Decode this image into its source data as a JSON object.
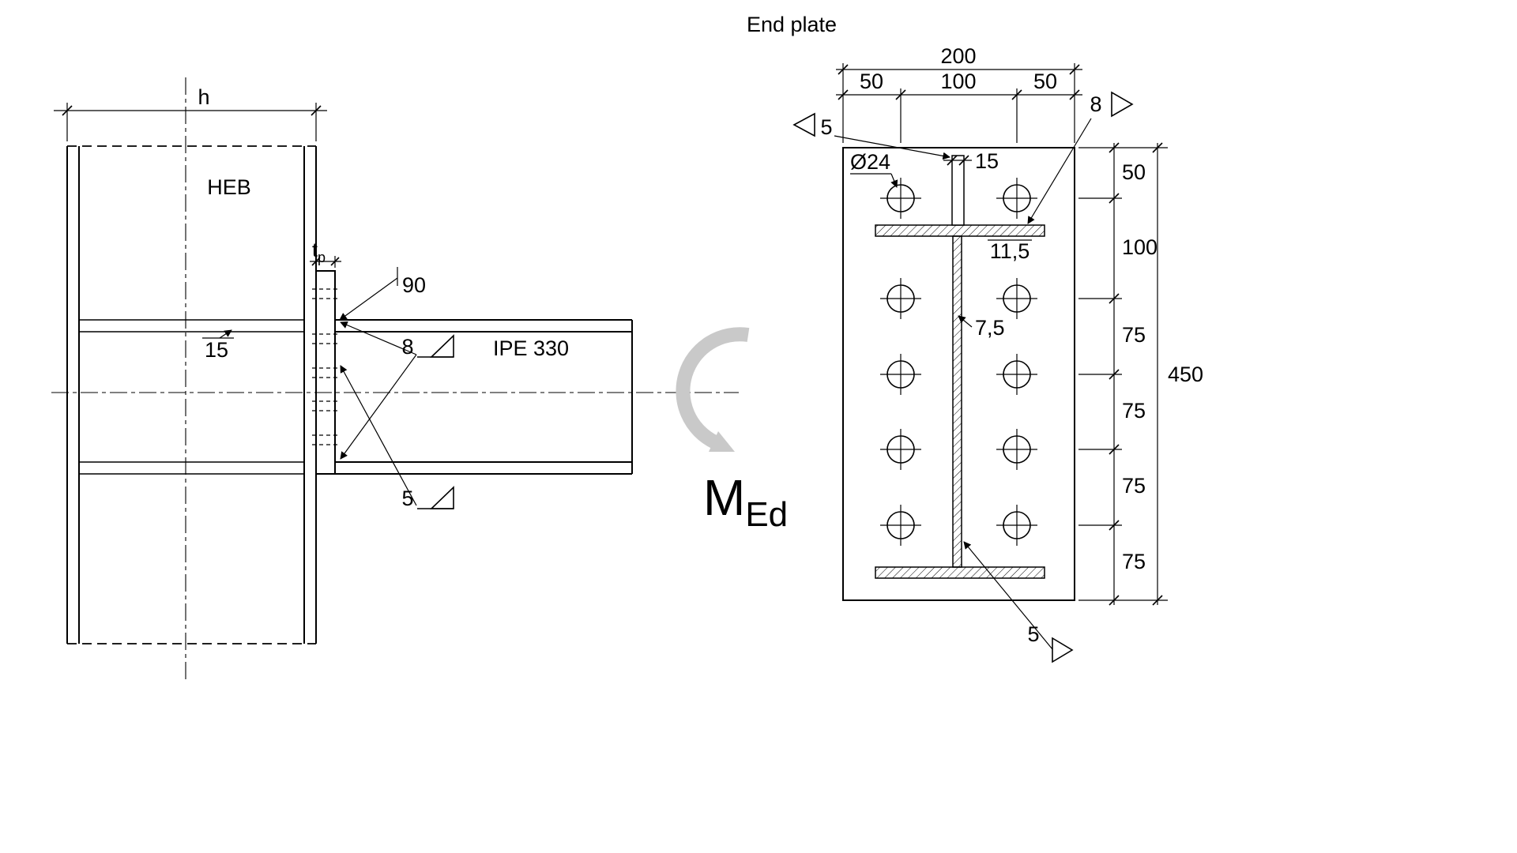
{
  "colors": {
    "moment_arrow": "#c9c9c9"
  },
  "side_view": {
    "column_label": "HEB",
    "beam_label": "IPE 330",
    "column_width_dim": "h",
    "stiffener_thickness": "15",
    "plate_projection": "90",
    "plate_thickness_symbol": "t",
    "plate_thickness_subscript": "p",
    "flange_weld": "8",
    "web_weld": "5",
    "moment_symbol": "M",
    "moment_subscript": "Ed"
  },
  "end_plate_view": {
    "title": "End plate",
    "overall_width": "200",
    "width_segments": [
      "50",
      "100",
      "50"
    ],
    "overall_height": "450",
    "height_segments": [
      "50",
      "100",
      "75",
      "75",
      "75",
      "75"
    ],
    "hole_diameter": "Ø24",
    "tab_width": "15",
    "flange_thickness": "11,5",
    "web_thickness": "7,5",
    "weld_left": "5",
    "weld_flange": "8",
    "weld_web": "5"
  }
}
